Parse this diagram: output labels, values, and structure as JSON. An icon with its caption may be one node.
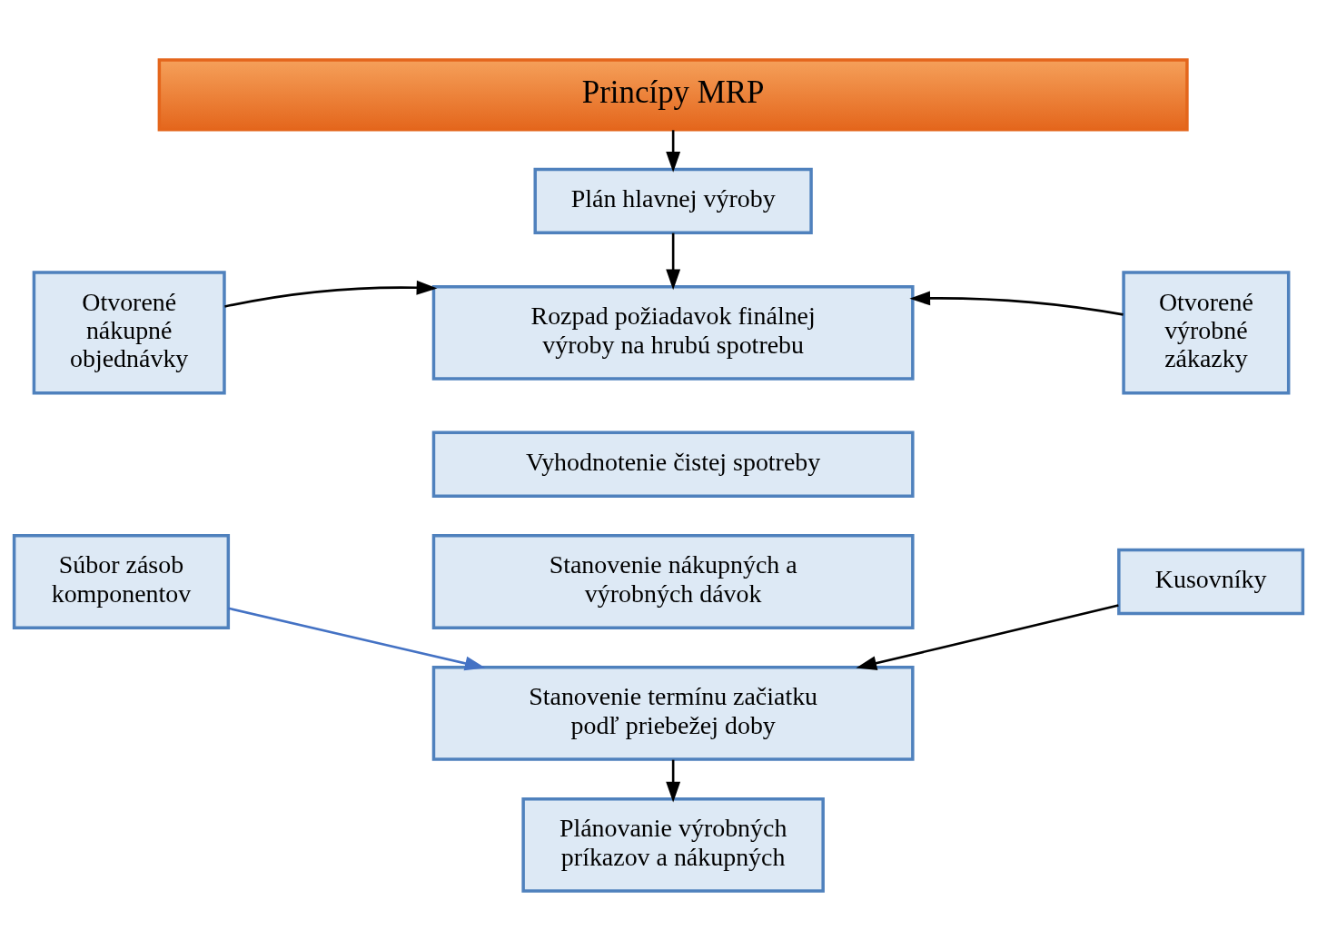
{
  "diagram": {
    "nodes": [
      {
        "text": [
          "Princípy MRP"
        ]
      },
      {
        "text": [
          "Plán hlavnej výroby"
        ]
      },
      {
        "text": [
          "Otvorené nákupné objednávky"
        ]
      },
      {
        "text": [
          "Rozpad požiadavok finálnej výroby na hrubú spotrebu"
        ]
      },
      {
        "text": [
          "Otvorené výrobné zákazky"
        ]
      },
      {
        "text": [
          "Vyhodnotenie čistej spotreby"
        ]
      },
      {
        "text": [
          "Súbor zásob komponentov"
        ]
      },
      {
        "text": [
          "Stanovenie nákupných a výrobných dávok"
        ]
      },
      {
        "text": [
          "Kusovníky"
        ]
      },
      {
        "text": [
          "Stanovenie termínu začiatku podľ priebežej doby"
        ]
      },
      {
        "text": [
          "Plánovanie výrobných príkazov a nákupných"
        ]
      }
    ],
    "edges": [
      {
        "from": 0,
        "to": 1,
        "arrow": "to"
      },
      {
        "from": 1,
        "to": 3,
        "arrow": "to"
      },
      {
        "from": 2,
        "to": 3,
        "arrow": "to"
      },
      {
        "from": 4,
        "to": 3,
        "arrow": "to"
      },
      {
        "from": 6,
        "to": 9,
        "arrow": "to",
        "color": "#4472c4"
      },
      {
        "from": 8,
        "to": 9,
        "arrow": "to"
      },
      {
        "from": 9,
        "to": 10,
        "arrow": "to"
      }
    ]
  }
}
